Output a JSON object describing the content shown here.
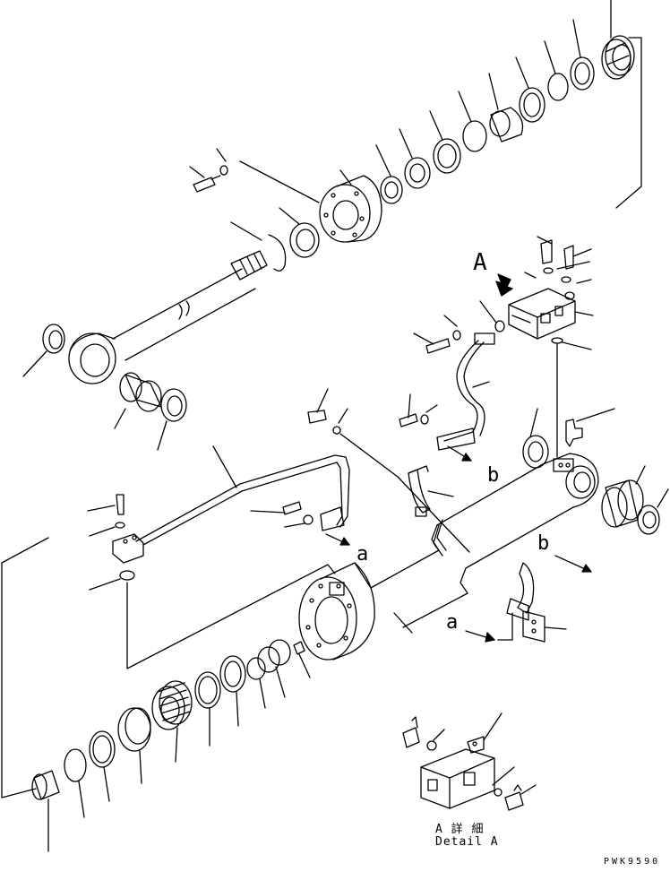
{
  "labels": {
    "view_a": "A",
    "flow_a_upper": "a",
    "flow_a_lower": "a",
    "flow_b_upper": "b",
    "flow_b_lower": "b",
    "detail_title_jp": "A 詳 細",
    "detail_title_en": "Detail A",
    "drawing_code": "PWK9590"
  }
}
